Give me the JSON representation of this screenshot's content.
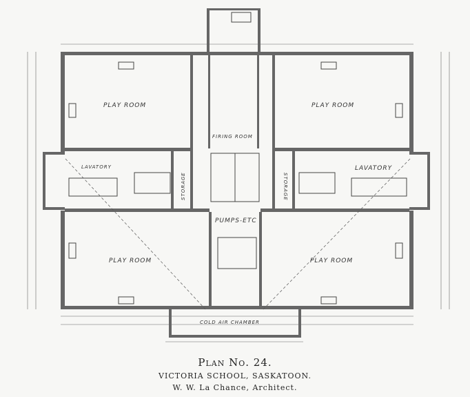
{
  "plan": {
    "rooms": {
      "play_room_nw": "PLAY ROOM",
      "play_room_ne": "PLAY ROOM",
      "play_room_sw": "PLAY ROOM",
      "play_room_se": "PLAY ROOM",
      "firing_room": "FIRING ROOM",
      "storage_w": "STORAGE",
      "storage_e": "STORAGE",
      "pumps": "PUMPS-ETC",
      "lavatory_w": "LAVATORY",
      "lavatory_e": "LAVATORY",
      "cold_air": "COLD AIR CHAMBER"
    }
  },
  "caption": {
    "title": "Plan No. 24.",
    "subtitle": "VICTORIA SCHOOL, SASKATOON.",
    "architect": "W. W. La Chance, Architect."
  }
}
